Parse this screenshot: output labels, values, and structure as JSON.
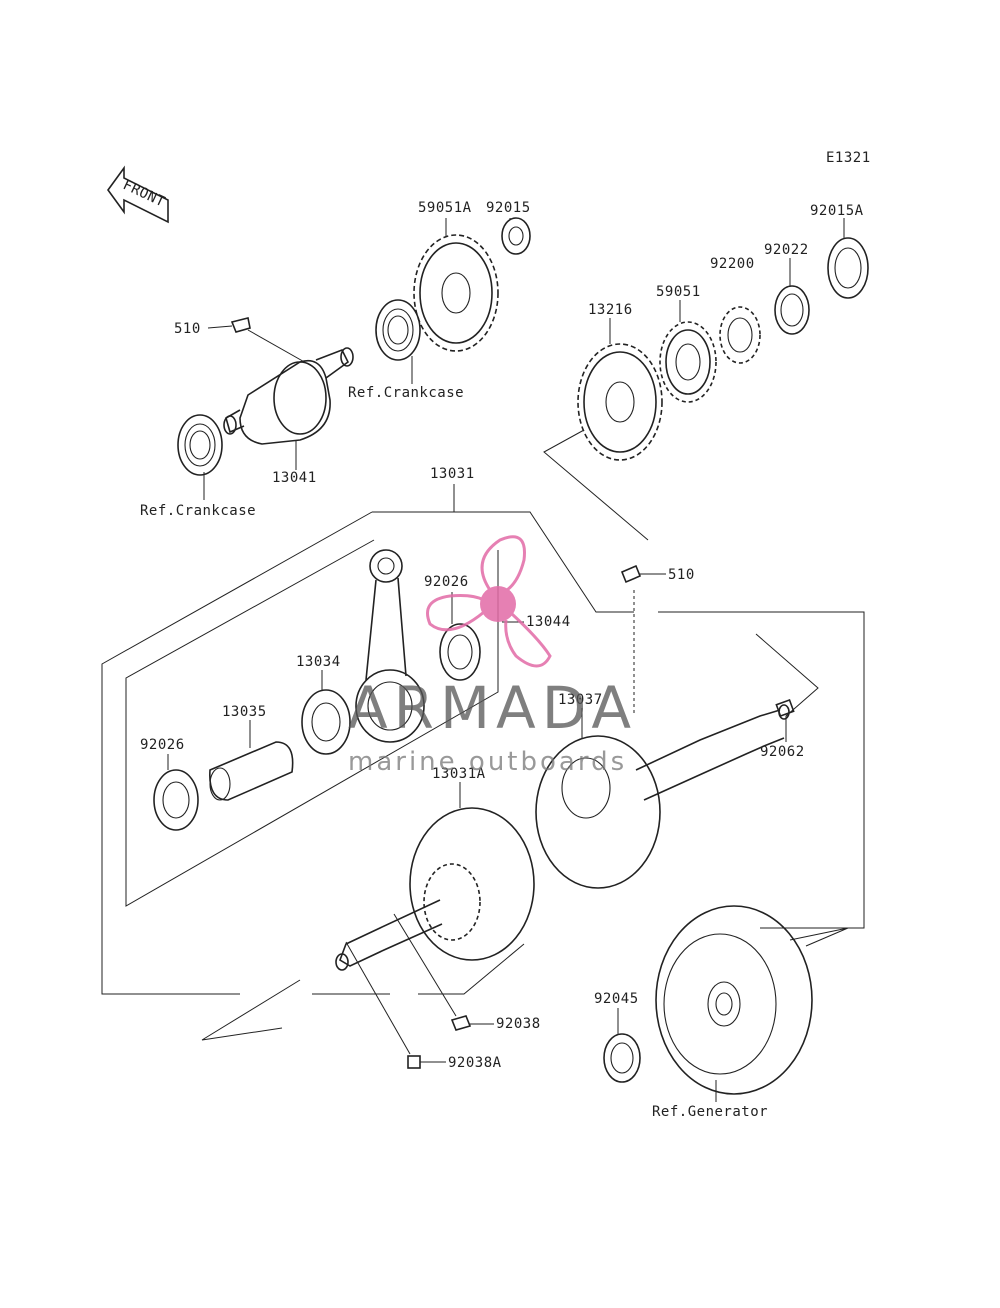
{
  "diagram_code": "E1321",
  "front_label": "FRONT",
  "watermark": {
    "brand": "ARMADA",
    "tagline": "marine outboards",
    "logo_color": "#e26aa6"
  },
  "parts": {
    "p59051a": "59051A",
    "p92015": "92015",
    "p92015a": "92015A",
    "p92022": "92022",
    "p92200": "92200",
    "p59051": "59051",
    "p13216": "13216",
    "p510_top": "510",
    "p510_mid": "510",
    "p13041": "13041",
    "ref_crankcase_upper": "Ref.Crankcase",
    "ref_crankcase_lower": "Ref.Crankcase",
    "p13031": "13031",
    "p92026_upper": "92026",
    "p13044": "13044",
    "p13034": "13034",
    "p13035": "13035",
    "p92026_lower": "92026",
    "p13037": "13037",
    "p92062": "92062",
    "p13031a": "13031A",
    "p92038": "92038",
    "p92038a": "92038A",
    "p92045": "92045",
    "ref_generator": "Ref.Generator"
  }
}
